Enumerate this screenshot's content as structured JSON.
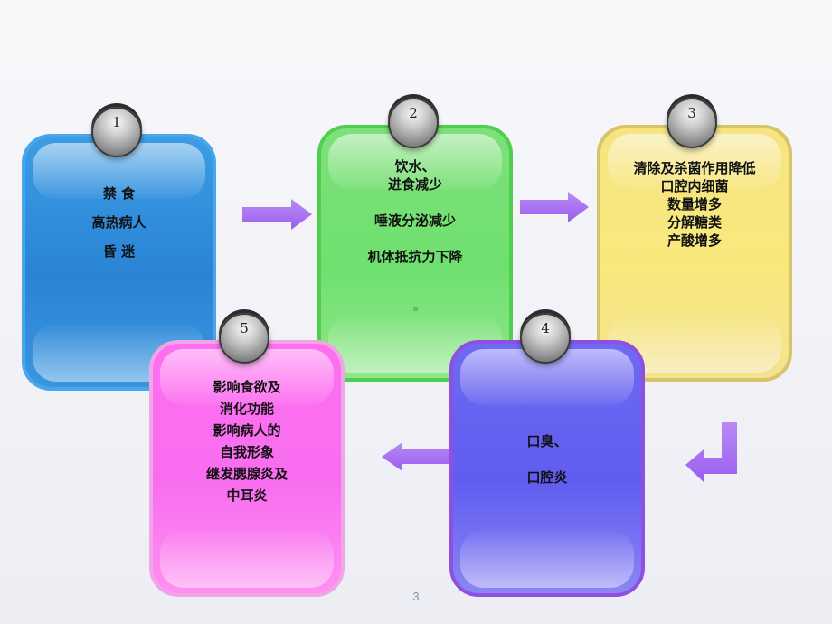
{
  "steps": [
    {
      "number": "1",
      "lines": [
        "禁  食",
        "高热病人",
        "昏  迷"
      ]
    },
    {
      "number": "2",
      "lines": [
        "饮水、",
        "进食减少",
        "",
        "唾液分泌减少",
        "",
        "机体抵抗力下降"
      ]
    },
    {
      "number": "3",
      "lines": [
        "清除及杀菌作用降低",
        "口腔内细菌",
        "数量增多",
        "分解糖类",
        "产酸增多"
      ]
    },
    {
      "number": "4",
      "lines": [
        "口臭、",
        "",
        "口腔炎"
      ]
    },
    {
      "number": "5",
      "lines": [
        "影响食欲及",
        "消化功能",
        "影响病人的",
        "自我形象",
        "继发腮腺炎及",
        "中耳炎"
      ]
    }
  ],
  "colors": {
    "step1": "#2a84d6",
    "step2": "#6fe06f",
    "step3": "#f8e97c",
    "step4": "#5f5cf0",
    "step5": "#f86df0",
    "arrow": "#a36ef0"
  },
  "page_number": "3"
}
